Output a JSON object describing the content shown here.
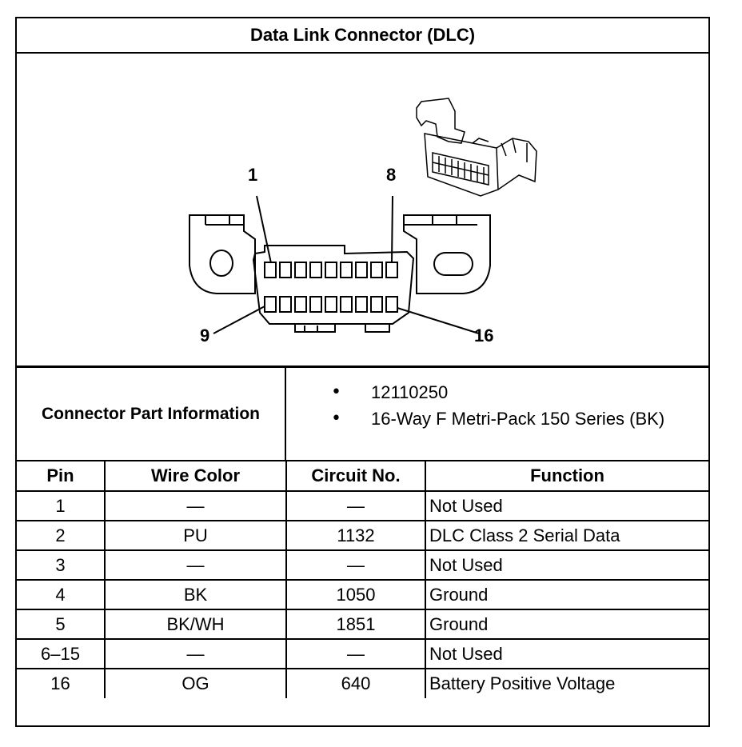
{
  "title": "Data Link Connector (DLC)",
  "diagram": {
    "pin_labels": {
      "top_left": "1",
      "top_right": "8",
      "bottom_left": "9",
      "bottom_right": "16"
    }
  },
  "part_info": {
    "label": "Connector Part Information",
    "items": [
      "12110250",
      "16-Way F Metri-Pack 150 Series (BK)"
    ],
    "bullet": "•"
  },
  "table": {
    "headers": [
      "Pin",
      "Wire Color",
      "Circuit No.",
      "Function"
    ],
    "rows": [
      [
        "1",
        "—",
        "—",
        "Not Used"
      ],
      [
        "2",
        "PU",
        "1132",
        "DLC Class 2 Serial Data"
      ],
      [
        "3",
        "—",
        "—",
        "Not Used"
      ],
      [
        "4",
        "BK",
        "1050",
        "Ground"
      ],
      [
        "5",
        "BK/WH",
        "1851",
        "Ground"
      ],
      [
        "6–15",
        "—",
        "—",
        "Not Used"
      ],
      [
        "16",
        "OG",
        "640",
        "Battery Positive Voltage"
      ]
    ]
  }
}
